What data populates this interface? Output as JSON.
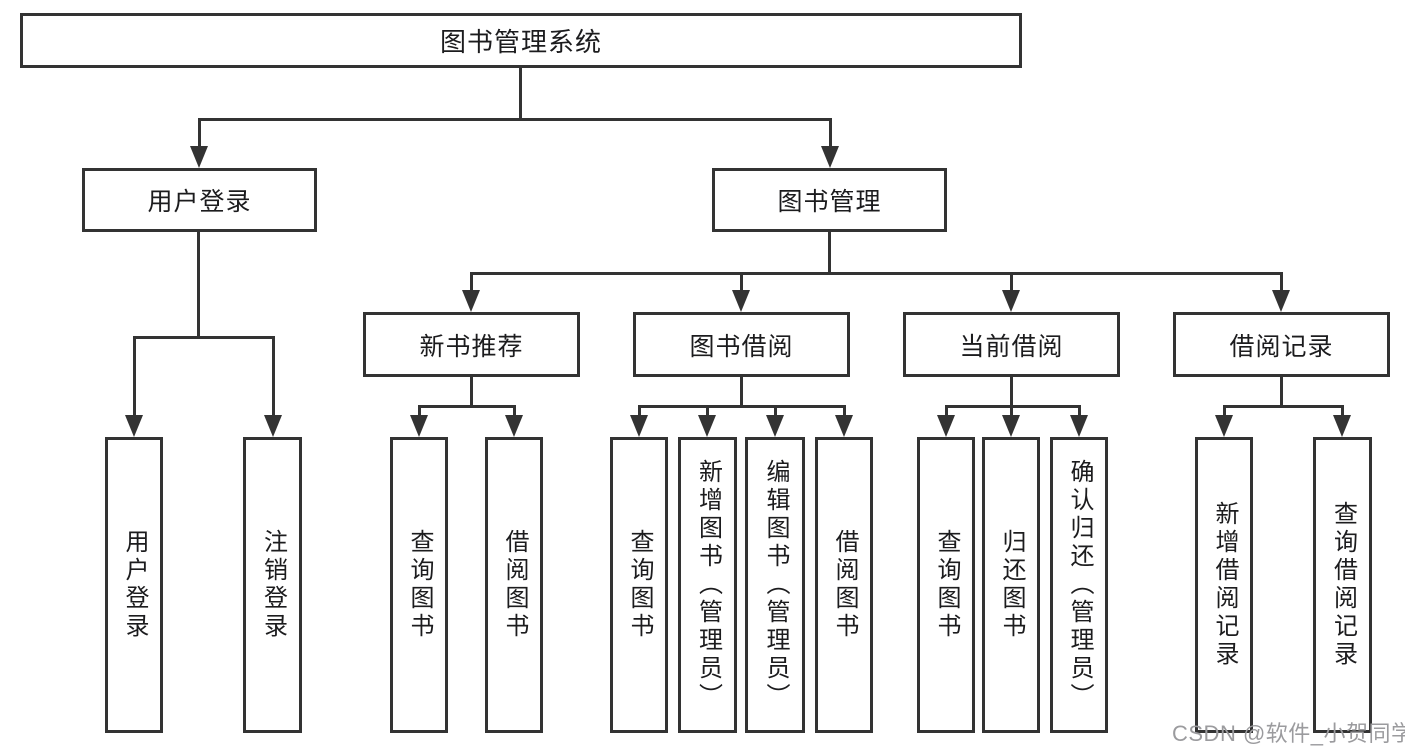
{
  "nodes": {
    "root": {
      "label": "图书管理系统"
    },
    "user_login": {
      "label": "用户登录"
    },
    "book_mgmt": {
      "label": "图书管理"
    },
    "new_book_rec": {
      "label": "新书推荐"
    },
    "book_borrow": {
      "label": "图书借阅"
    },
    "current_borrow": {
      "label": "当前借阅"
    },
    "borrow_records": {
      "label": "借阅记录"
    },
    "leaf_user_login": {
      "label": "用户登录"
    },
    "leaf_logout": {
      "label": "注销登录"
    },
    "leaf_nbr_query": {
      "label": "查询图书"
    },
    "leaf_nbr_borrow": {
      "label": "借阅图书"
    },
    "leaf_bb_query": {
      "label": "查询图书"
    },
    "leaf_bb_add": {
      "label": "新增图书（管理员）"
    },
    "leaf_bb_edit": {
      "label": "编辑图书（管理员）"
    },
    "leaf_bb_borrow": {
      "label": "借阅图书"
    },
    "leaf_cb_query": {
      "label": "查询图书"
    },
    "leaf_cb_return": {
      "label": "归还图书"
    },
    "leaf_cb_confirm": {
      "label": "确认归还（管理员）"
    },
    "leaf_br_add": {
      "label": "新增借阅记录"
    },
    "leaf_br_query": {
      "label": "查询借阅记录"
    }
  },
  "hierarchy": {
    "root": [
      "user_login",
      "book_mgmt"
    ],
    "user_login": [
      "leaf_user_login",
      "leaf_logout"
    ],
    "book_mgmt": [
      "new_book_rec",
      "book_borrow",
      "current_borrow",
      "borrow_records"
    ],
    "new_book_rec": [
      "leaf_nbr_query",
      "leaf_nbr_borrow"
    ],
    "book_borrow": [
      "leaf_bb_query",
      "leaf_bb_add",
      "leaf_bb_edit",
      "leaf_bb_borrow"
    ],
    "current_borrow": [
      "leaf_cb_query",
      "leaf_cb_return",
      "leaf_cb_confirm"
    ],
    "borrow_records": [
      "leaf_br_add",
      "leaf_br_query"
    ]
  },
  "watermark": {
    "text": "CSDN @软件_小贺同学",
    "color": "#9b9b9e"
  },
  "colors": {
    "line": "#333333",
    "border": "#333333",
    "text": "#1c1c1e",
    "background": "#ffffff"
  }
}
